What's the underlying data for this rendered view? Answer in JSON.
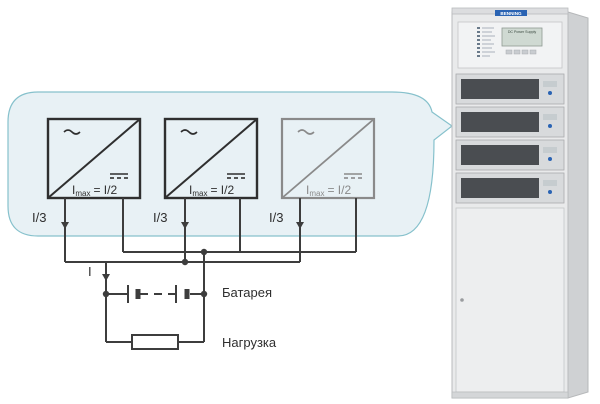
{
  "modules": [
    {
      "imax_sub": "max",
      "imax_rhs": "= I/2",
      "out_label": "I/3"
    },
    {
      "imax_sub": "max",
      "imax_rhs": "= I/2",
      "out_label": "I/3"
    },
    {
      "imax_sub": "max",
      "imax_rhs": "= I/2",
      "out_label": "I/3"
    }
  ],
  "bus": {
    "current_label": "I"
  },
  "battery": {
    "label": "Батарея"
  },
  "load": {
    "label": "Нагрузка"
  },
  "cabinet": {
    "brand": "BENNING",
    "display_title": "DC Power Supply"
  },
  "colors": {
    "bubble_fill": "#e8f1f5",
    "bubble_stroke": "#86c1cc",
    "wire": "#3d3d3d",
    "module_active": "#2f2f2f",
    "module_redundant": "#8a8a8a",
    "brand_blue": "#2a63b3"
  }
}
